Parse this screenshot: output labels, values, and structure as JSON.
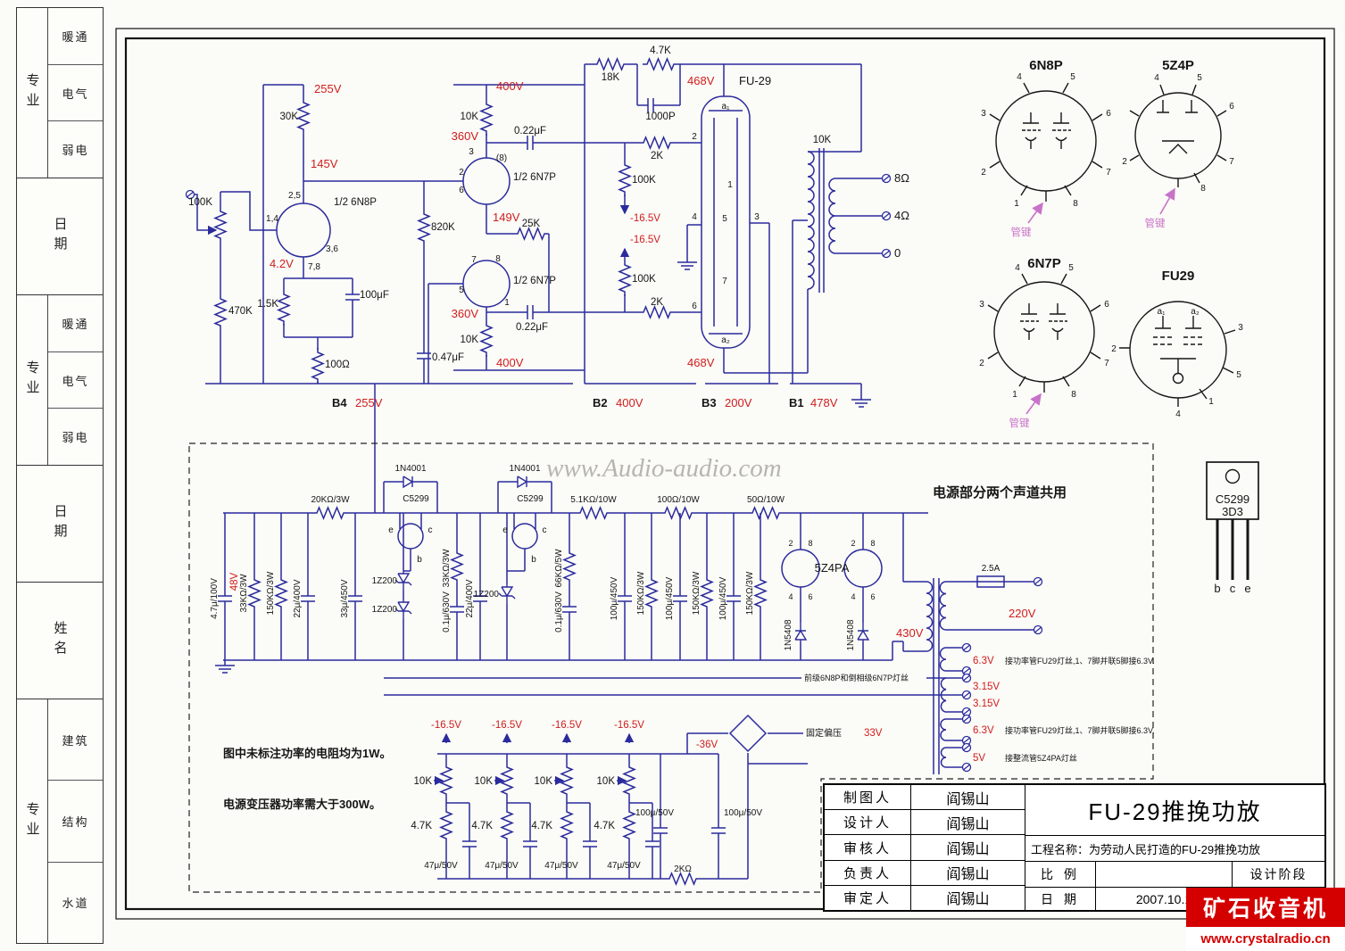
{
  "sidebar": {
    "block_a": {
      "col": "专业",
      "rows": [
        "暖通",
        "电气",
        "弱电"
      ]
    },
    "date1": "日期",
    "block_b": {
      "col": "专业",
      "rows": [
        "暖通",
        "电气",
        "弱电"
      ]
    },
    "date2": "日期",
    "name": "姓名",
    "block_c": {
      "col": "专业",
      "rows": [
        "建筑",
        "结构",
        "水道"
      ]
    }
  },
  "watermark": "www.Audio-audio.com",
  "logo": {
    "title": "矿石收音机",
    "url": "www.crystalradio.cn"
  },
  "title_block": {
    "rows": [
      {
        "label": "制图人",
        "value": "阎锡山"
      },
      {
        "label": "设计人",
        "value": "阎锡山"
      },
      {
        "label": "审核人",
        "value": "阎锡山"
      },
      {
        "label": "负责人",
        "value": "阎锡山"
      },
      {
        "label": "审定人",
        "value": "阎锡山"
      }
    ],
    "main_title": "FU-29推挽功放",
    "project": "工程名称：为劳动人民打造的FU-29推挽功放",
    "scale_label": "比 例",
    "stage_label": "设计阶段",
    "date_label": "日 期",
    "date_value": "2007.10.1"
  },
  "pinouts": {
    "n8p_title": "6N8P",
    "z4p_title": "5Z4P",
    "n7p_title": "6N7P",
    "fu29_title": "FU29",
    "key_label": "管键",
    "pkg_name": "C5299",
    "pkg_code": "3D3",
    "leg_b": "b",
    "leg_c": "c",
    "leg_e": "e"
  },
  "pins": {
    "p1": "1",
    "p2": "2",
    "p3": "3",
    "p4": "4",
    "p5": "5",
    "p6": "6",
    "p7": "7",
    "p8": "8",
    "p25": "2,5",
    "p14": "1,4",
    "p36": "3,6",
    "p78": "7,8",
    "p8b": "(8)",
    "a1": "a₁",
    "a2": "a₂"
  },
  "labels": {
    "v255": "255V",
    "v145": "145V",
    "v400": "400V",
    "v360": "360V",
    "v42": "4.2V",
    "v149": "149V",
    "v468": "468V",
    "vneg165": "-16.5V",
    "v478": "478V",
    "v200": "200V",
    "v48": "48V",
    "v430": "430V",
    "v220": "220V",
    "v63": "6.3V",
    "v315": "3.15V",
    "v5": "5V",
    "v33": "33V",
    "vneg36": "-36V",
    "b1": "B1",
    "b2": "B2",
    "b3": "B3",
    "b4": "B4",
    "r30k": "30K",
    "r100k": "100K",
    "r470k": "470K",
    "r1k5": "1.5K",
    "r100": "100Ω",
    "c100uf": "100μF",
    "r820k": "820K",
    "c047uf": "0.47μF",
    "r10k": "10K",
    "c022uf": "0.22μF",
    "r25k": "25K",
    "r2k": "2K",
    "r18k": "18K",
    "r4k7": "4.7K",
    "c1000p": "1000P",
    "out8": "8Ω",
    "out4": "4Ω",
    "out0": "0",
    "half_6n8p": "1/2 6N8P",
    "half_6n7p": "1/2 6N7P",
    "fu29": "FU-29",
    "d1n4001": "1N4001",
    "q_c5299": "C5299",
    "r20k3w": "20KΩ/3W",
    "r5k1_10w": "5.1KΩ/10W",
    "r100_10w": "100Ω/10W",
    "r50_10w": "50Ω/10W",
    "psu_shared": "电源部分两个声道共用",
    "c4u7_100": "4.7μ/100V",
    "r33k3w": "33KΩ/3W",
    "r150k3w": "150KΩ/3W",
    "c22u400": "22μ/400V",
    "c33u450": "33μ/450V",
    "z1200": "1Z200",
    "c01u630": "0.1μ/630V",
    "r66k5w": "66KΩ/5W",
    "c100u450": "100μ/450V",
    "t5z4pa": "5Z4PA",
    "d1n5408": "1N5408",
    "f2a5": "2.5A",
    "fil_fu29": "接功率管FU29灯丝,1、7脚并联5脚接6.3V.",
    "fil_front": "前级6N8P和倒相级6N7P灯丝",
    "fil_rect": "接整流管5Z4PA灯丝",
    "bias_fixed": "固定偏压",
    "c47u50": "47μ/50V",
    "c100u50": "100μ/50V",
    "r2kohm": "2KΩ",
    "note_1w": "图中未标注功率的电阻均为1W。",
    "note_300w": "电源变压器功率需大于300W。",
    "e": "e",
    "c": "c",
    "b": "b"
  }
}
